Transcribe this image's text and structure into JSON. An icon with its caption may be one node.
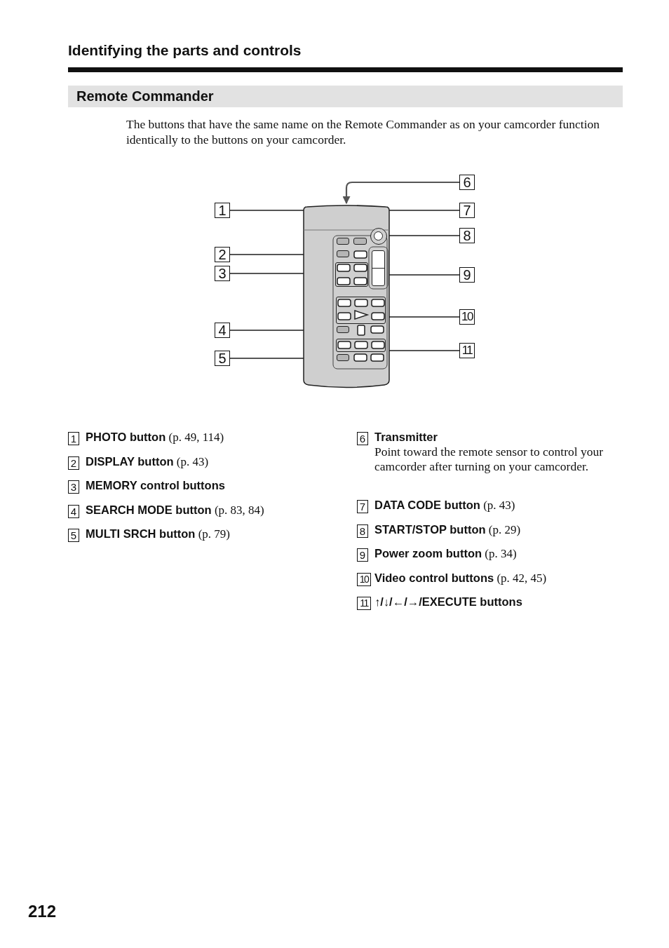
{
  "diagram": {
    "title": "Identifying the parts and controls",
    "nodes": [
      {
        "text": [
          "1"
        ]
      },
      {
        "text": [
          "2"
        ]
      },
      {
        "text": [
          "3"
        ]
      },
      {
        "text": [
          "4"
        ]
      },
      {
        "text": [
          "5"
        ]
      },
      {
        "text": [
          "6"
        ]
      },
      {
        "text": [
          "7"
        ]
      },
      {
        "text": [
          "8"
        ]
      },
      {
        "text": [
          "9"
        ]
      },
      {
        "text": [
          "10"
        ]
      },
      {
        "text": [
          "11"
        ]
      },
      {
        "text": [],
        "shape": "box"
      },
      {
        "text": [],
        "shape": "box",
        "in": 11
      },
      {
        "text": [],
        "shape": "box",
        "in": 11
      },
      {
        "text": [],
        "shape": "box",
        "in": 11
      },
      {
        "text": [],
        "shape": "box",
        "in": 11
      },
      {
        "text": [],
        "shape": "box",
        "in": 11
      },
      {
        "text": [],
        "shape": "box",
        "in": 11
      },
      {
        "text": [],
        "shape": "circle",
        "in": 11
      },
      {
        "text": [],
        "shape": "box",
        "in": 11
      },
      {
        "text": [],
        "shape": "box",
        "in": 11
      },
      {
        "text": [],
        "shape": "box",
        "in": 11
      }
    ],
    "edges": [
      {
        "from": 0,
        "to": 12,
        "arrow": "none"
      },
      {
        "from": 1,
        "to": 13,
        "arrow": "none"
      },
      {
        "from": 2,
        "to": 14,
        "arrow": "none"
      },
      {
        "from": 3,
        "to": 15,
        "arrow": "none"
      },
      {
        "from": 4,
        "to": 16,
        "arrow": "none"
      },
      {
        "from": 5,
        "to": 11,
        "arrow": "to"
      },
      {
        "from": 6,
        "to": 17,
        "arrow": "none"
      },
      {
        "from": 7,
        "to": 18,
        "arrow": "none"
      },
      {
        "from": 8,
        "to": 19,
        "arrow": "none"
      },
      {
        "from": 9,
        "to": 20,
        "arrow": "none"
      },
      {
        "from": 10,
        "to": 21,
        "arrow": "none"
      }
    ],
    "labels": [
      "Remote Commander",
      "The buttons that have the same name on the Remote Commander as on your camcorder function identically to the buttons on your camcorder.",
      "1",
      "**PHOTO button** (p. 49, 114)",
      "2",
      "**DISPLAY button** (p. 43)",
      "3",
      "MEMORY control buttons",
      "4",
      "**SEARCH MODE button** (p. 83, 84)",
      "5",
      "**MULTI SRCH button** (p. 79)",
      "6",
      "Transmitter",
      "Point toward the remote sensor to control your camcorder after turning on your camcorder.",
      "7",
      "**DATA CODE button** (p. 43)",
      "8",
      "**START/STOP button** (p. 29)",
      "9",
      "**Power zoom button** (p. 34)",
      "10",
      "**Video control buttons** (p. 42, 45)",
      "11",
      "↑/↓/←/→/EXECUTE buttons",
      "212"
    ]
  }
}
